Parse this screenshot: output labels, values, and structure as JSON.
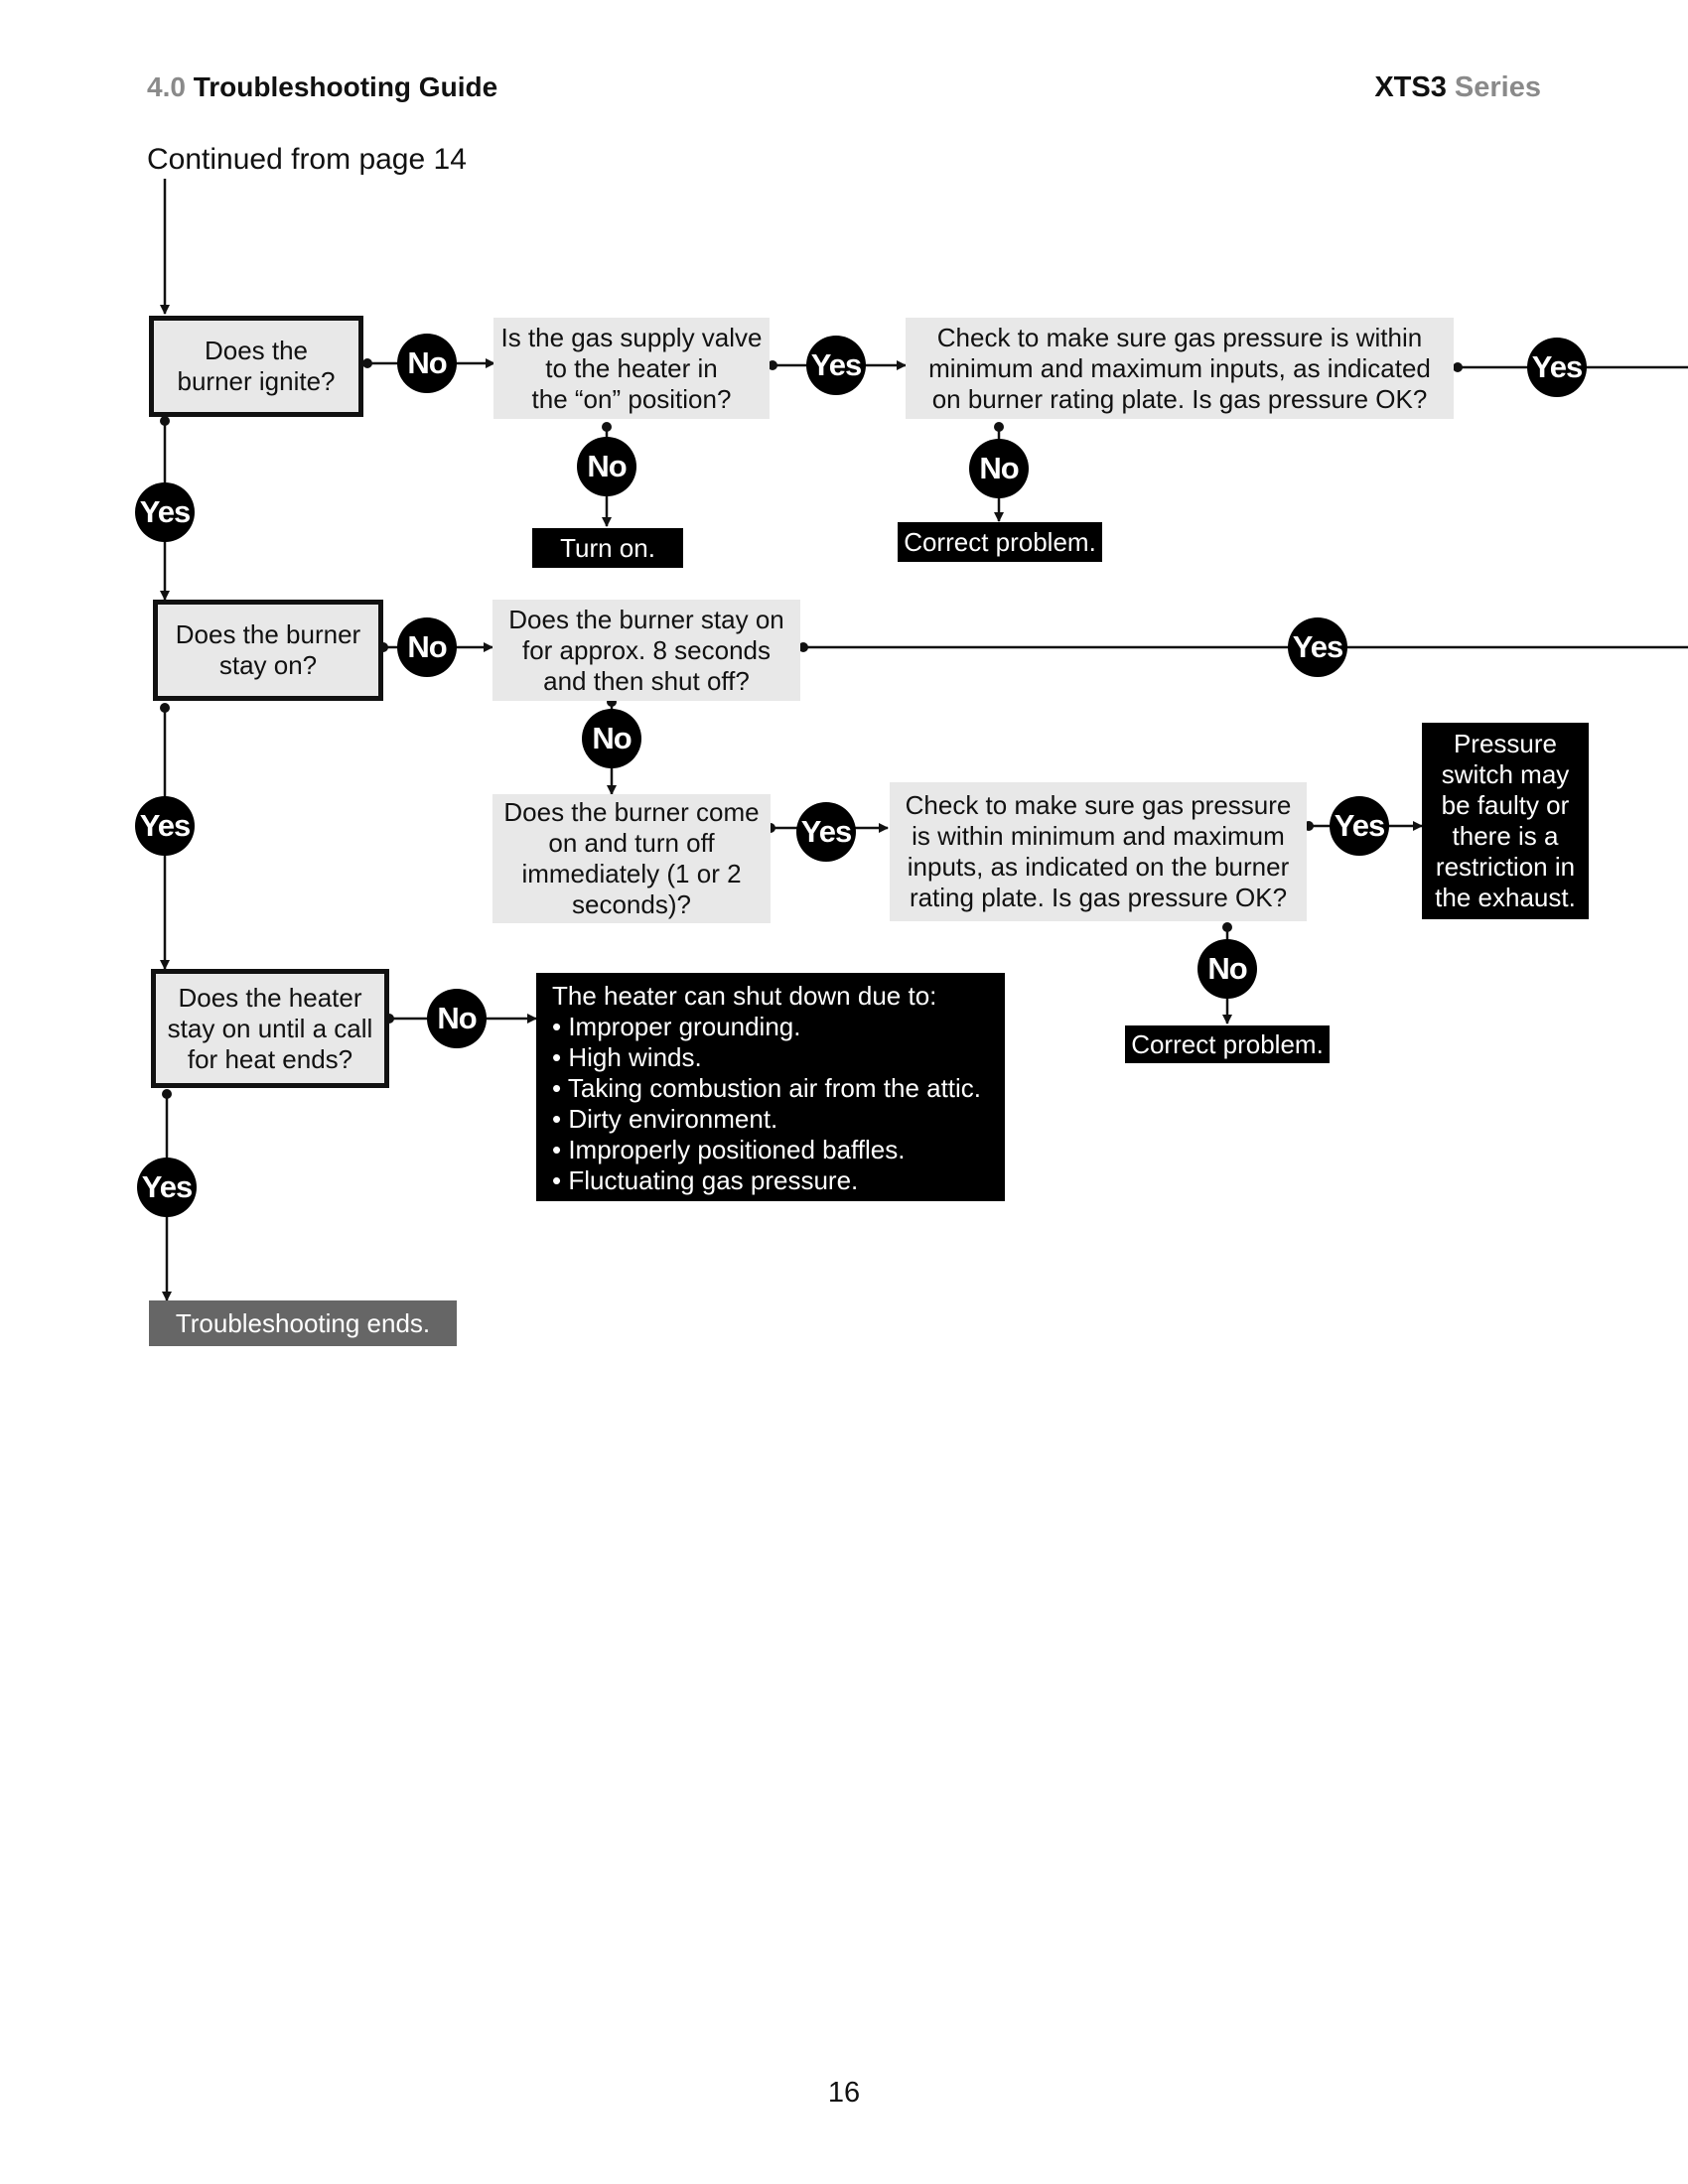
{
  "header": {
    "section_number": "4.0",
    "section_title": "Troubleshooting Guide",
    "series_model": "XTS3",
    "series_word": "Series"
  },
  "continued_text": "Continued from page 14",
  "nodes": {
    "burner_ignite": "Does the\nburner ignite?",
    "gas_valve": "Is the gas supply valve\nto the heater in\nthe “on” position?",
    "check_pressure_1": "Check to make sure gas pressure is within\nminimum and maximum inputs, as indicated\non burner rating plate. Is gas pressure OK?",
    "turn_on": "Turn on.",
    "correct_problem_1": "Correct problem.",
    "burner_stay_on": "Does the burner\nstay on?",
    "stay_8_seconds": "Does the burner stay on\nfor approx. 8 seconds\nand then shut off?",
    "come_on_turn_off": "Does the burner come\non and turn off\nimmediately (1 or 2\nseconds)?",
    "check_pressure_2": "Check to make sure gas pressure\nis within minimum and maximum\ninputs, as indicated on the burner\nrating plate. Is gas pressure OK?",
    "pressure_switch": "Pressure\nswitch may\nbe faulty or\nthere is a\nrestriction in\nthe exhaust.",
    "correct_problem_2": "Correct problem.",
    "heater_stay_on": "Does the heater\nstay on until a call\nfor heat ends?",
    "shutdown_reasons": "The heater can shut down due to:\n• Improper grounding.\n• High winds.\n• Taking combustion air from the attic.\n• Dirty environment.\n• Improperly positioned baffles.\n• Fluctuating gas pressure.",
    "troubleshooting_ends": "Troubleshooting ends."
  },
  "labels": {
    "yes": "Yes",
    "no": "No"
  },
  "page_number": "16"
}
